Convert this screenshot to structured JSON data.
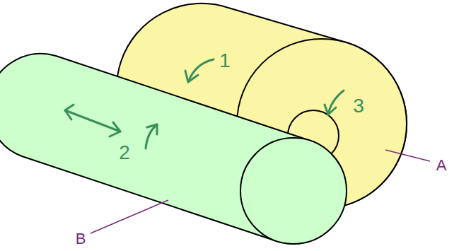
{
  "diagram": {
    "labels": [
      "1",
      "3",
      "2",
      "A",
      "B"
    ]
  }
}
